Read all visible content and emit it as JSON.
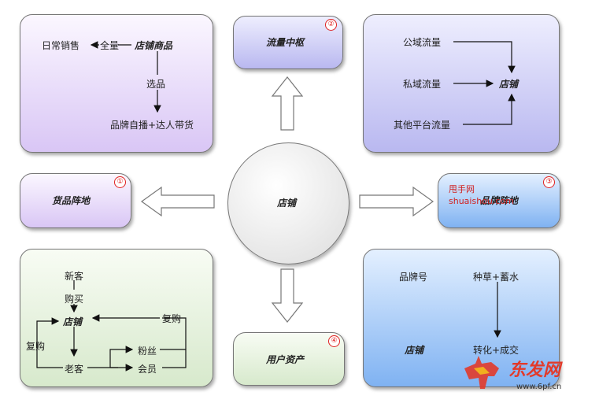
{
  "center": {
    "label": "店铺"
  },
  "goods": {
    "title": "货品阵地",
    "badge": "①",
    "store_sales": "日常销售",
    "full_qty": "全量",
    "store_goods": "店铺商品",
    "select": "选品",
    "brand_live": "品牌自播+达人带货"
  },
  "traffic": {
    "title": "流量中枢",
    "badge": "②",
    "public": "公域流量",
    "private": "私域流量",
    "other": "其他平台流量",
    "store": "店铺"
  },
  "brand": {
    "title": "品牌阵地",
    "badge": "③",
    "brand_account": "品牌号",
    "seeding": "种草+蓄水",
    "store": "店铺",
    "convert": "转化+成交"
  },
  "users": {
    "title": "用户资产",
    "badge": "④",
    "new_customer": "新客",
    "buy": "购买",
    "store": "店铺",
    "repurchase_left": "复购",
    "repurchase_right": "复购",
    "old_customer": "老客",
    "fans": "粉丝",
    "member": "会员"
  },
  "watermarks": {
    "site_name": "甩手网",
    "site_url": "shuaishou.com",
    "logo_text": "东发网",
    "logo_url": "www.6pf.cn"
  }
}
